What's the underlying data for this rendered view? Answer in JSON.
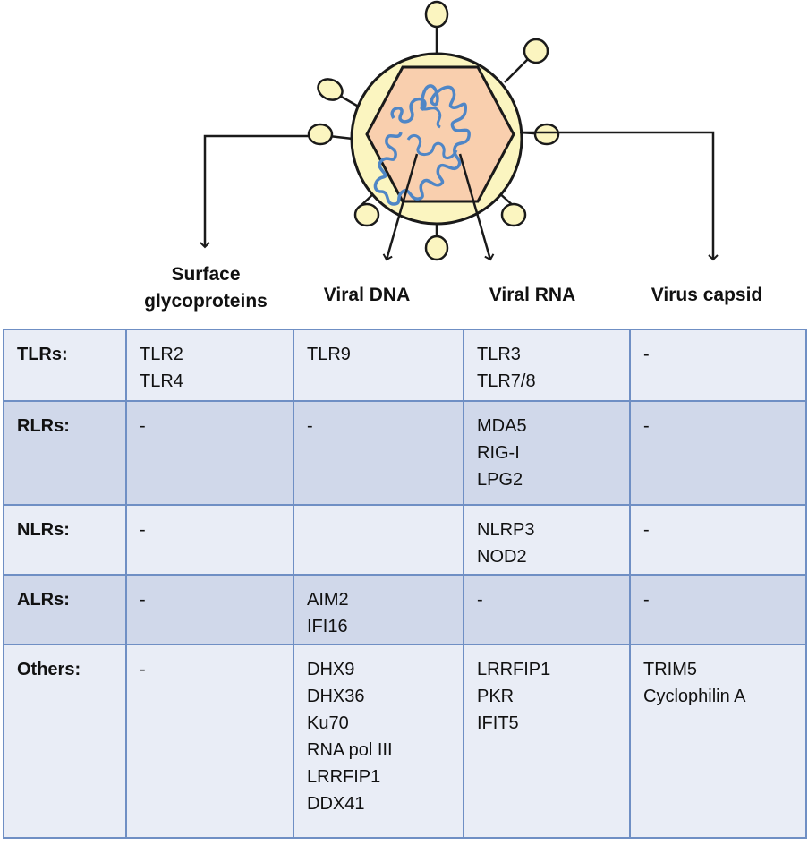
{
  "diagram": {
    "targets": [
      "Surface glycoproteins",
      "Viral DNA",
      "Viral RNA",
      "Virus capsid"
    ],
    "colors": {
      "envelope": "#fbf5c0",
      "capsid": "#f9cfae",
      "genome": "#4f86c6",
      "outline": "#1a1a1a",
      "table_border": "#6f8fc4",
      "row_light": "#e9edf6",
      "row_dark": "#d0d8ea"
    }
  },
  "table": {
    "rows": [
      {
        "label": "TLRs:",
        "cells": [
          [
            "TLR2",
            "TLR4"
          ],
          [
            "TLR9"
          ],
          [
            "TLR3",
            "TLR7/8"
          ],
          [
            "-"
          ]
        ]
      },
      {
        "label": "RLRs:",
        "cells": [
          [
            "-"
          ],
          [
            "-"
          ],
          [
            "MDA5",
            "RIG-I",
            "LPG2"
          ],
          [
            "-"
          ]
        ]
      },
      {
        "label": "NLRs:",
        "cells": [
          [
            "-"
          ],
          [],
          [
            "NLRP3",
            "NOD2"
          ],
          [
            "-"
          ]
        ]
      },
      {
        "label": "ALRs:",
        "cells": [
          [
            "-"
          ],
          [
            "AIM2",
            "IFI16"
          ],
          [
            "-"
          ],
          [
            "-"
          ]
        ]
      },
      {
        "label": "Others:",
        "cells": [
          [
            "-"
          ],
          [
            "DHX9",
            "DHX36",
            "Ku70",
            "RNA pol III",
            "LRRFIP1",
            "DDX41"
          ],
          [
            "LRRFIP1",
            "PKR",
            "IFIT5"
          ],
          [
            "TRIM5",
            "Cyclophilin A"
          ]
        ]
      }
    ]
  }
}
